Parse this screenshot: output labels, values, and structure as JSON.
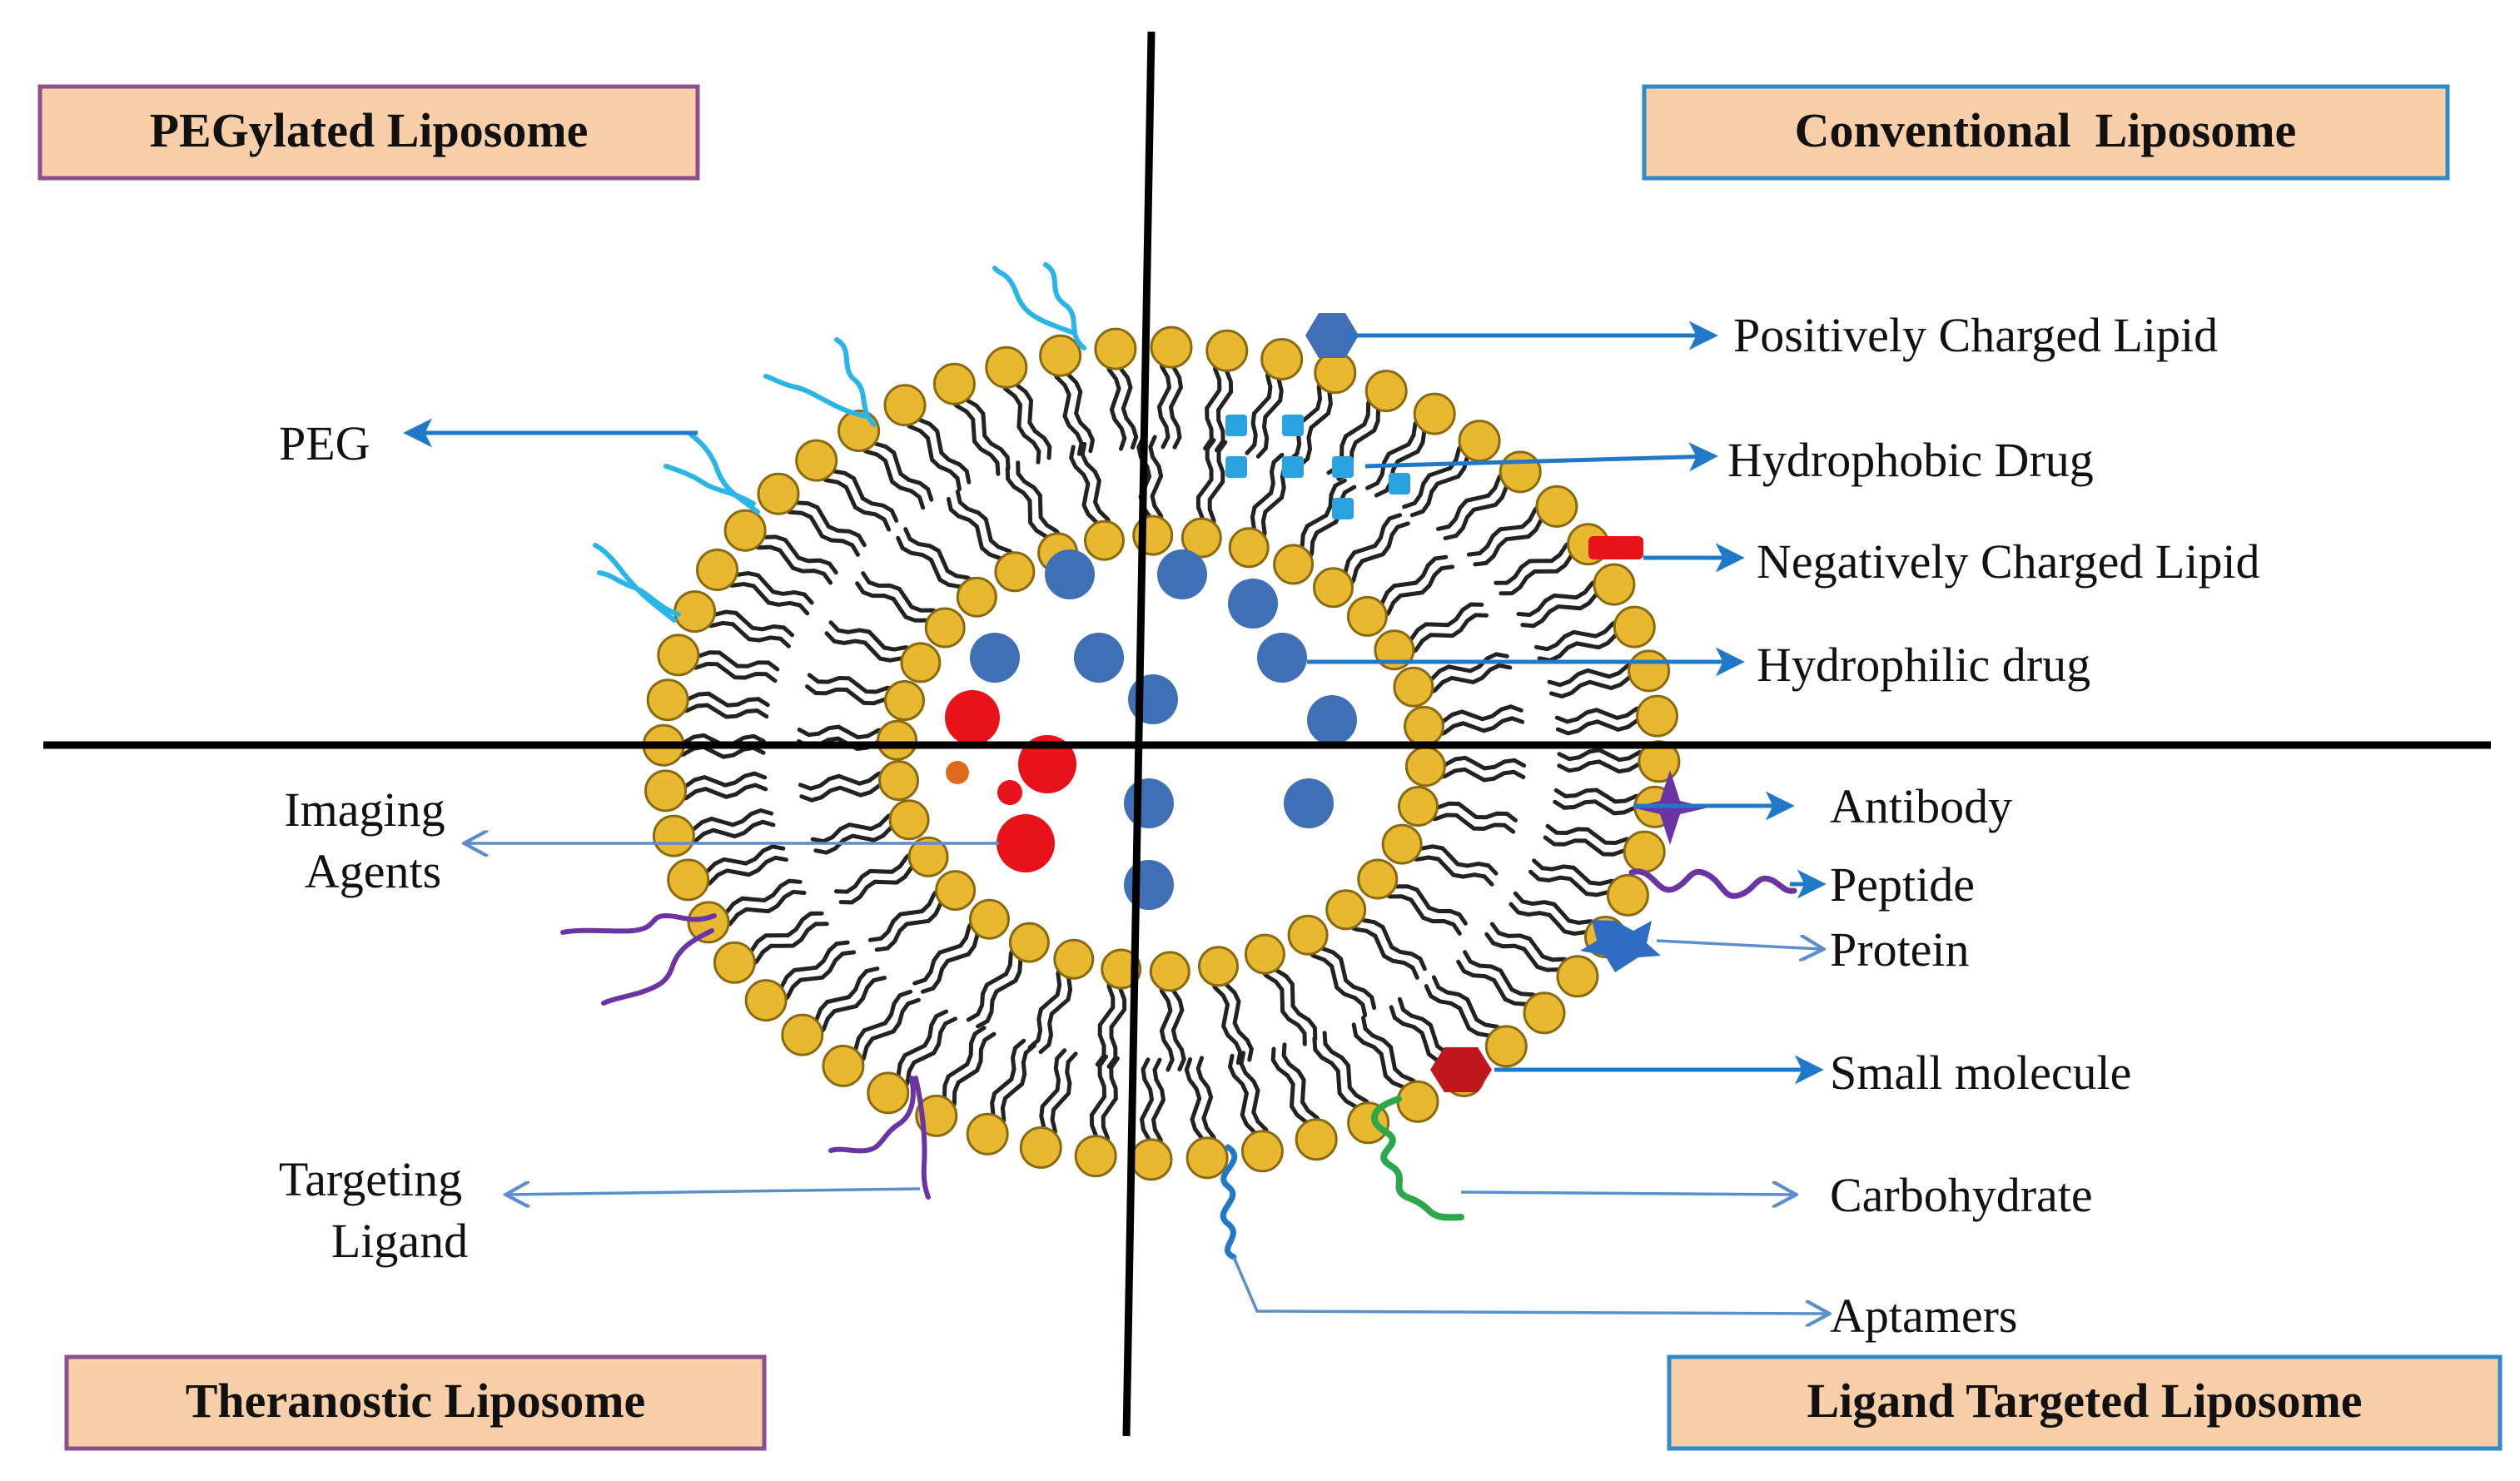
{
  "quadrants": {
    "top_left": "PEGylated Liposome",
    "top_right": "Conventional  Liposome",
    "bottom_left": "Theranostic Liposome",
    "bottom_right": "Ligand Targeted Liposome"
  },
  "labels": {
    "peg": "PEG",
    "positively_charged_lipid": "Positively Charged Lipid",
    "hydrophobic_drug": "Hydrophobic Drug",
    "negatively_charged_lipid": "Negatively Charged Lipid",
    "hydrophilic_drug": "Hydrophilic drug",
    "imaging_agents_line1": "Imaging",
    "imaging_agents_line2": "Agents",
    "targeting_ligand_line1": "Targeting",
    "targeting_ligand_line2": "Ligand",
    "antibody": "Antibody",
    "peptide": "Peptide",
    "protein": "Protein",
    "small_molecule": "Small molecule",
    "carbohydrate": "Carbohydrate",
    "aptamers": "Aptamers"
  },
  "colors": {
    "box_fill": "#F9CFA9",
    "box_border_left": "#8B4E8E",
    "box_border_right": "#2E8AC8",
    "lipid_head": "#E8B830",
    "lipid_head_stroke": "#8A6A10",
    "arrow": "#1F78C8",
    "hydrophilic_drug": "#3F6FB5",
    "hydrophobic_drug": "#29A3E0",
    "imaging_agent": "#E8121B",
    "peg": "#29B6E6",
    "targeting_ligand": "#6A34A4",
    "carbohydrate": "#2BA84A",
    "aptamer": "#1F78C8",
    "small_molecule": "#C0161E"
  }
}
